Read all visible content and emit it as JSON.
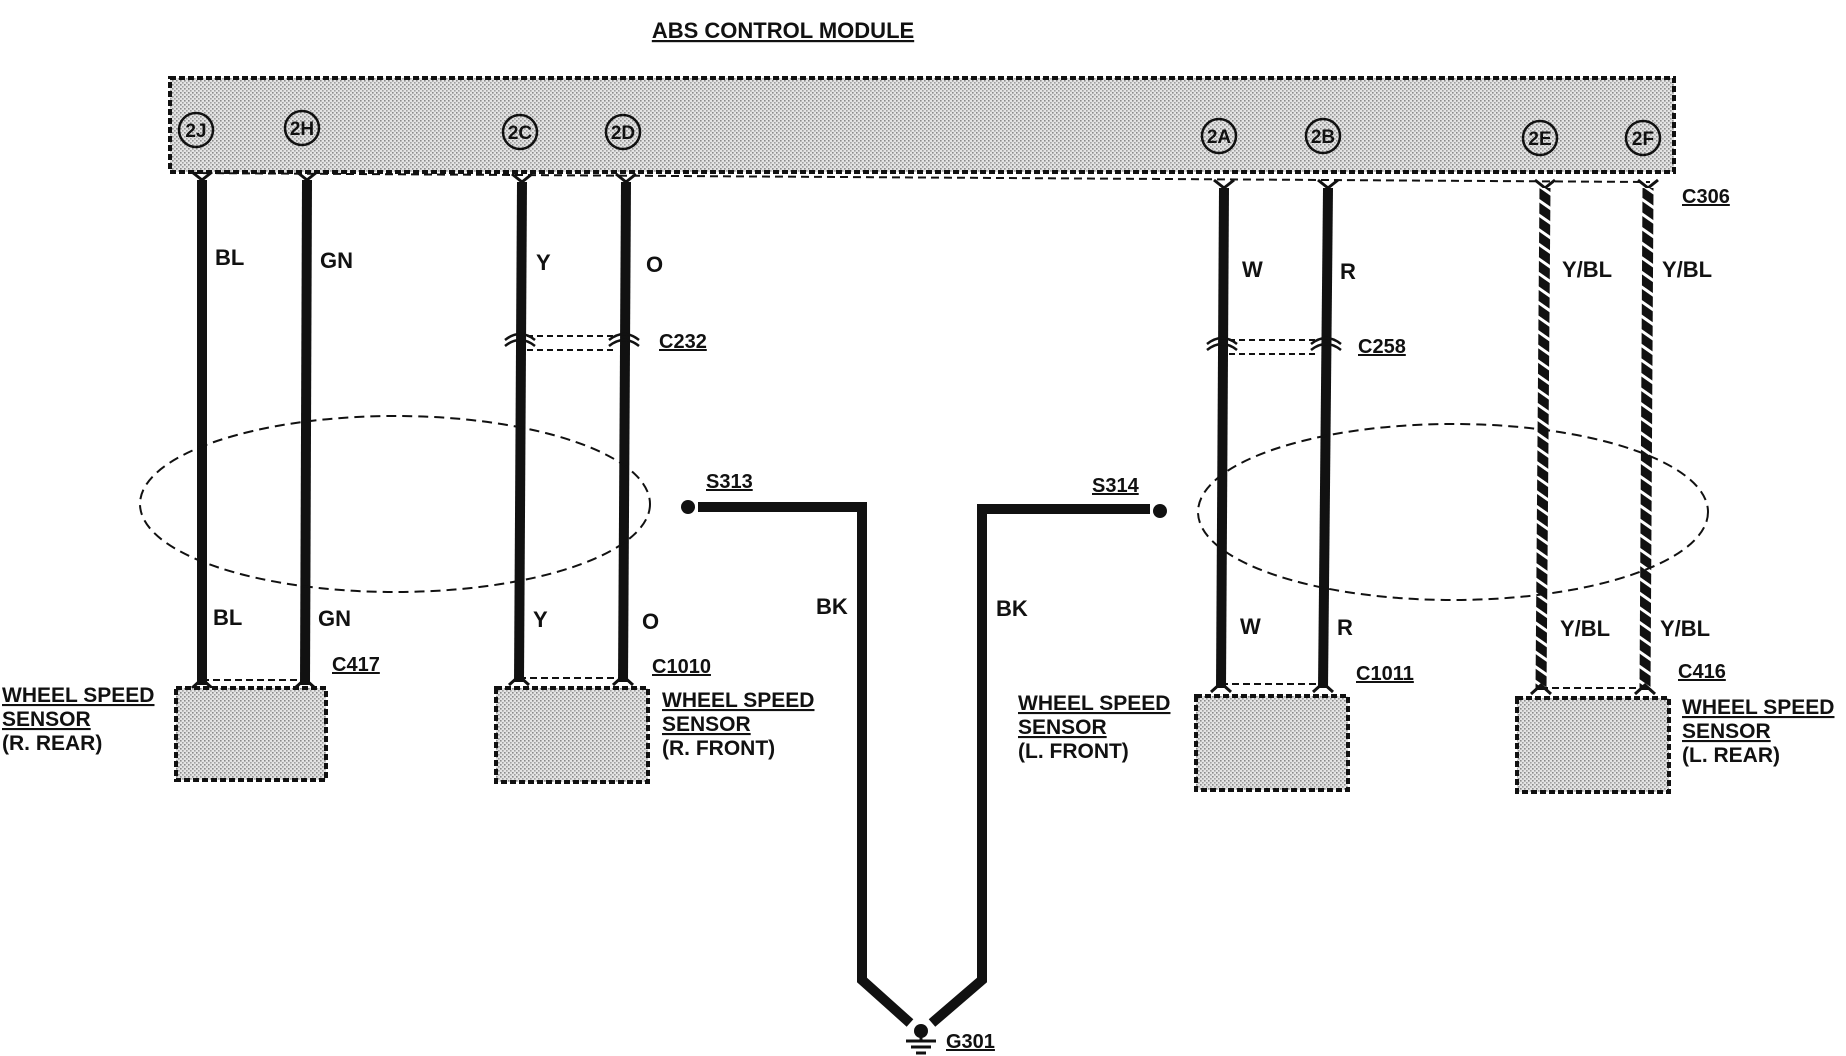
{
  "module": {
    "title": "ABS CONTROL MODULE",
    "connector": "C306",
    "pins": [
      "2J",
      "2H",
      "2C",
      "2D",
      "2A",
      "2B",
      "2E",
      "2F"
    ]
  },
  "wires": {
    "w1": {
      "top": "BL",
      "bottom": "BL"
    },
    "w2": {
      "top": "GN",
      "bottom": "GN"
    },
    "w3": {
      "top": "Y",
      "bottom": "Y"
    },
    "w4": {
      "top": "O",
      "bottom": "O"
    },
    "w5": {
      "top": "W",
      "bottom": "W"
    },
    "w6": {
      "top": "R",
      "bottom": "R"
    },
    "w7": {
      "top": "Y/BL",
      "bottom": "Y/BL"
    },
    "w8": {
      "top": "Y/BL",
      "bottom": "Y/BL"
    }
  },
  "inline_connectors": {
    "left": "C232",
    "right": "C258"
  },
  "splices": {
    "left": "S313",
    "right": "S314"
  },
  "ground": {
    "wire_left": "BK",
    "wire_right": "BK",
    "label": "G301"
  },
  "sensors": [
    {
      "connector": "C417",
      "line1": "WHEEL SPEED",
      "line2": "SENSOR",
      "line3": "(R. REAR)"
    },
    {
      "connector": "C1010",
      "line1": "WHEEL SPEED",
      "line2": "SENSOR",
      "line3": "(R. FRONT)"
    },
    {
      "connector": "C1011",
      "line1": "WHEEL SPEED",
      "line2": "SENSOR",
      "line3": "(L. FRONT)"
    },
    {
      "connector": "C416",
      "line1": "WHEEL SPEED",
      "line2": "SENSOR",
      "line3": "(L. REAR)"
    }
  ]
}
